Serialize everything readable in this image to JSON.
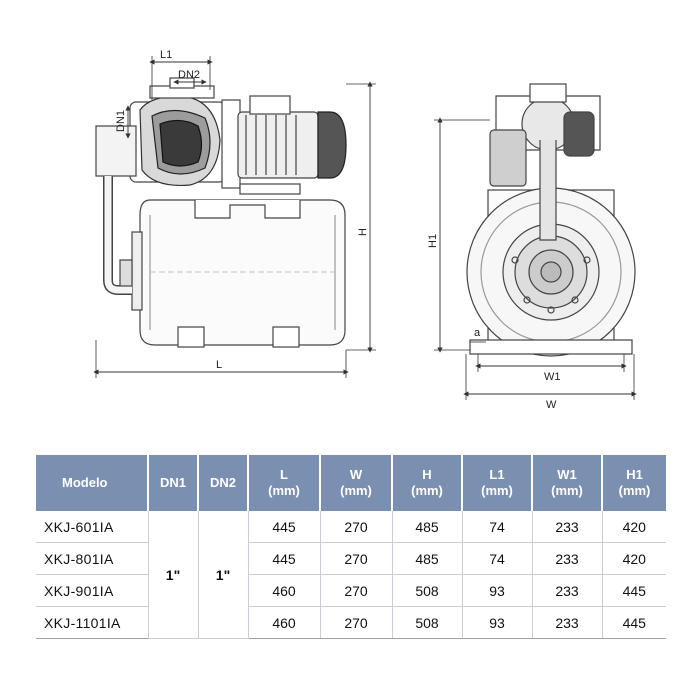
{
  "drawing": {
    "labels": {
      "l1": "L1",
      "dn2": "DN2",
      "dn1": "DN1",
      "h": "H",
      "l": "L",
      "h1": "H1",
      "a": "a",
      "w1": "W1",
      "w": "W"
    }
  },
  "table": {
    "headers": [
      {
        "name": "Modelo",
        "unit": ""
      },
      {
        "name": "DN1",
        "unit": ""
      },
      {
        "name": "DN2",
        "unit": ""
      },
      {
        "name": "L",
        "unit": "(mm)"
      },
      {
        "name": "W",
        "unit": "(mm)"
      },
      {
        "name": "H",
        "unit": "(mm)"
      },
      {
        "name": "L1",
        "unit": "(mm)"
      },
      {
        "name": "W1",
        "unit": "(mm)"
      },
      {
        "name": "H1",
        "unit": "(mm)"
      }
    ],
    "dn1": "1\"",
    "dn2": "1\"",
    "rows": [
      {
        "model": "XKJ-601IA",
        "L": "445",
        "W": "270",
        "H": "485",
        "L1": "74",
        "W1": "233",
        "H1": "420"
      },
      {
        "model": "XKJ-801IA",
        "L": "445",
        "W": "270",
        "H": "485",
        "L1": "74",
        "W1": "233",
        "H1": "420"
      },
      {
        "model": "XKJ-901IA",
        "L": "460",
        "W": "270",
        "H": "508",
        "L1": "93",
        "W1": "233",
        "H1": "445"
      },
      {
        "model": "XKJ-1101IA",
        "L": "460",
        "W": "270",
        "H": "508",
        "L1": "93",
        "W1": "233",
        "H1": "445"
      }
    ]
  }
}
